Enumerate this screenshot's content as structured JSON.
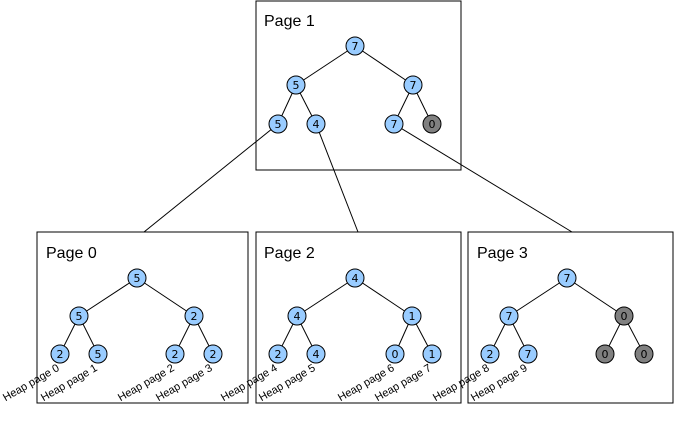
{
  "colors": {
    "node_active": "#99ccff",
    "node_empty": "#808080",
    "line": "#000000"
  },
  "pages": [
    {
      "id": "page-1",
      "title": "Page 1",
      "nodes": [
        "7",
        "5",
        "7",
        "5",
        "4",
        "7",
        "0"
      ],
      "empty": [
        false,
        false,
        false,
        false,
        false,
        false,
        true
      ]
    },
    {
      "id": "page-0",
      "title": "Page 0",
      "nodes": [
        "5",
        "5",
        "2",
        "2",
        "5",
        "2",
        "2"
      ],
      "empty": [
        false,
        false,
        false,
        false,
        false,
        false,
        false
      ]
    },
    {
      "id": "page-2",
      "title": "Page 2",
      "nodes": [
        "4",
        "4",
        "1",
        "2",
        "4",
        "0",
        "1"
      ],
      "empty": [
        false,
        false,
        false,
        false,
        false,
        false,
        false
      ]
    },
    {
      "id": "page-3",
      "title": "Page 3",
      "nodes": [
        "7",
        "7",
        "0",
        "2",
        "7",
        "0",
        "0"
      ],
      "empty": [
        false,
        false,
        true,
        false,
        false,
        true,
        true
      ]
    }
  ],
  "heap_pages": [
    "Heap page 0",
    "Heap page 1",
    "Heap page 2",
    "Heap page 3",
    "Heap page 4",
    "Heap page 5",
    "Heap page 6",
    "Heap page 7",
    "Heap page 8",
    "Heap page 9"
  ]
}
